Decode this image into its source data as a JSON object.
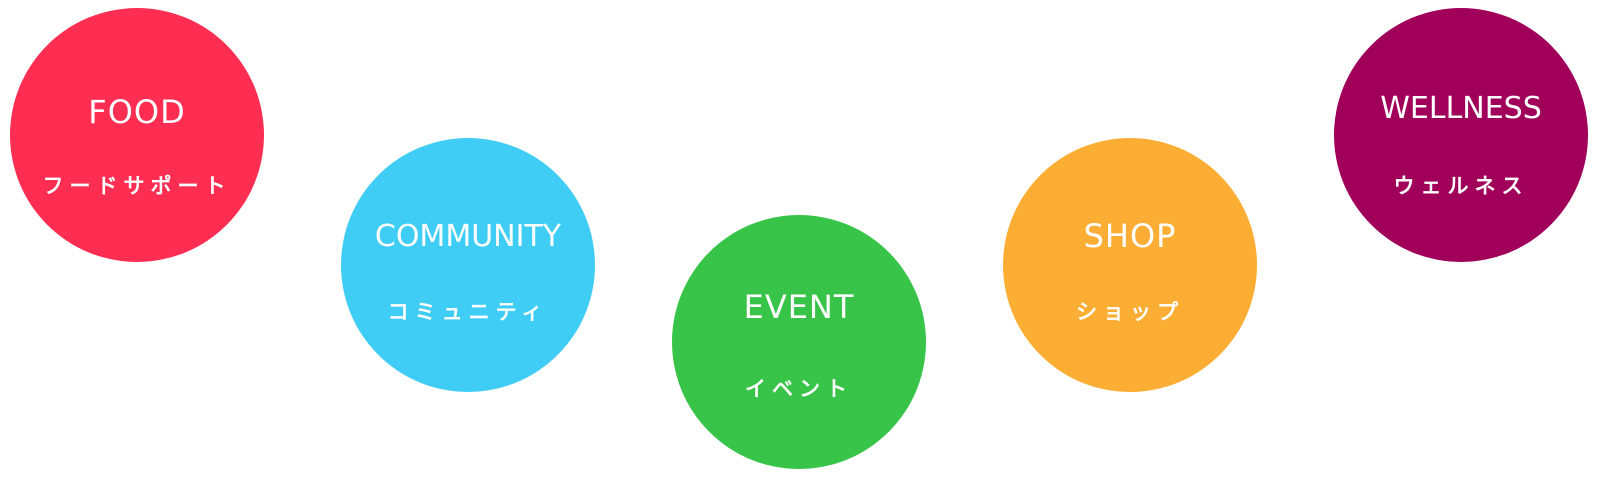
{
  "categories": [
    {
      "id": "food",
      "label_en": "FOOD",
      "label_ja": "フードサポート",
      "color": "#fe2e52"
    },
    {
      "id": "community",
      "label_en": "COMMUNITY",
      "label_ja": "コミュニティ",
      "color": "#40cdf5"
    },
    {
      "id": "event",
      "label_en": "EVENT",
      "label_ja": "イベント",
      "color": "#38c449"
    },
    {
      "id": "shop",
      "label_en": "SHOP",
      "label_ja": "ショップ",
      "color": "#fcae34"
    },
    {
      "id": "wellness",
      "label_en": "WELLNESS",
      "label_ja": "ウェルネス",
      "color": "#a0005a"
    }
  ]
}
